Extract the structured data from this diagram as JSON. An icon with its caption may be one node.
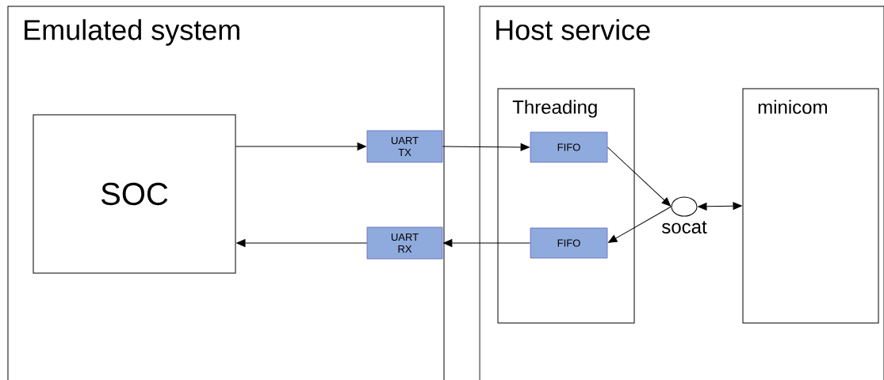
{
  "diagram": {
    "nodes": [
      {
        "text": [
          "Emulated system"
        ]
      },
      {
        "text": [
          "Host service"
        ]
      },
      {
        "text": [
          "SOC"
        ],
        "in": 0
      },
      {
        "text": [
          "UART TX"
        ],
        "in": 0
      },
      {
        "text": [
          "UART RX"
        ],
        "in": 0
      },
      {
        "text": [
          "Threading"
        ],
        "in": 1
      },
      {
        "text": [
          "FIFO"
        ],
        "in": 5
      },
      {
        "text": [
          "FIFO"
        ],
        "in": 5
      },
      {
        "text": [],
        "shape": "circle",
        "beside": [
          "socat"
        ],
        "in": 1
      },
      {
        "text": [
          "minicom"
        ],
        "in": 1
      }
    ],
    "edges": [
      {
        "from": 2,
        "to": 3,
        "arrow": "to"
      },
      {
        "from": 3,
        "to": 6,
        "arrow": "to"
      },
      {
        "from": 6,
        "to": 8,
        "arrow": "to"
      },
      {
        "from": 8,
        "to": 7,
        "arrow": "to"
      },
      {
        "from": 7,
        "to": 4,
        "arrow": "to"
      },
      {
        "from": 4,
        "to": 2,
        "arrow": "to"
      },
      {
        "from": 8,
        "to": 9,
        "arrow": "both"
      }
    ]
  }
}
